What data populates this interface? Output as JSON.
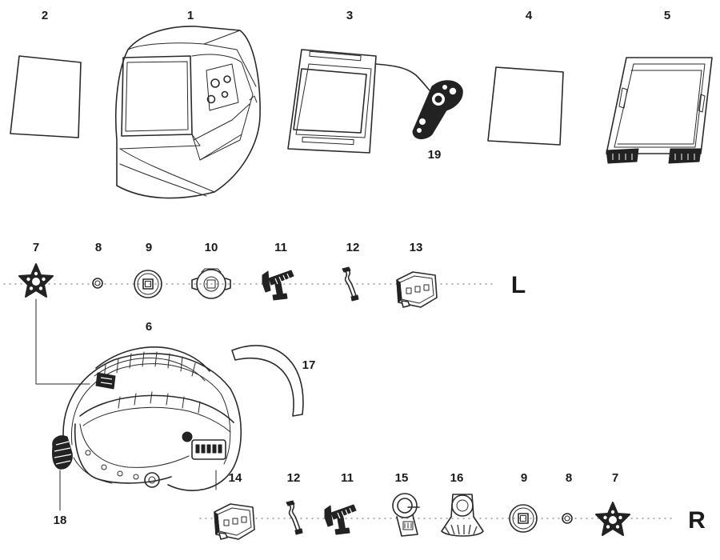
{
  "labels": {
    "p1": "1",
    "p2": "2",
    "p3": "3",
    "p4": "4",
    "p5": "5",
    "p6": "6",
    "p7_left": "7",
    "p8_left": "8",
    "p9_left": "9",
    "p10": "10",
    "p11_left": "11",
    "p12_left": "12",
    "p13": "13",
    "p17": "17",
    "p18": "18",
    "p19": "19",
    "p14": "14",
    "p12_right": "12",
    "p11_right": "11",
    "p15": "15",
    "p16": "16",
    "p9_right": "9",
    "p8_right": "8",
    "p7_right": "7"
  },
  "sides": {
    "left": "L",
    "right": "R"
  },
  "colors": {
    "ink": "#2a2a2a",
    "dots": "#9a9a9a",
    "background": "#ffffff"
  }
}
